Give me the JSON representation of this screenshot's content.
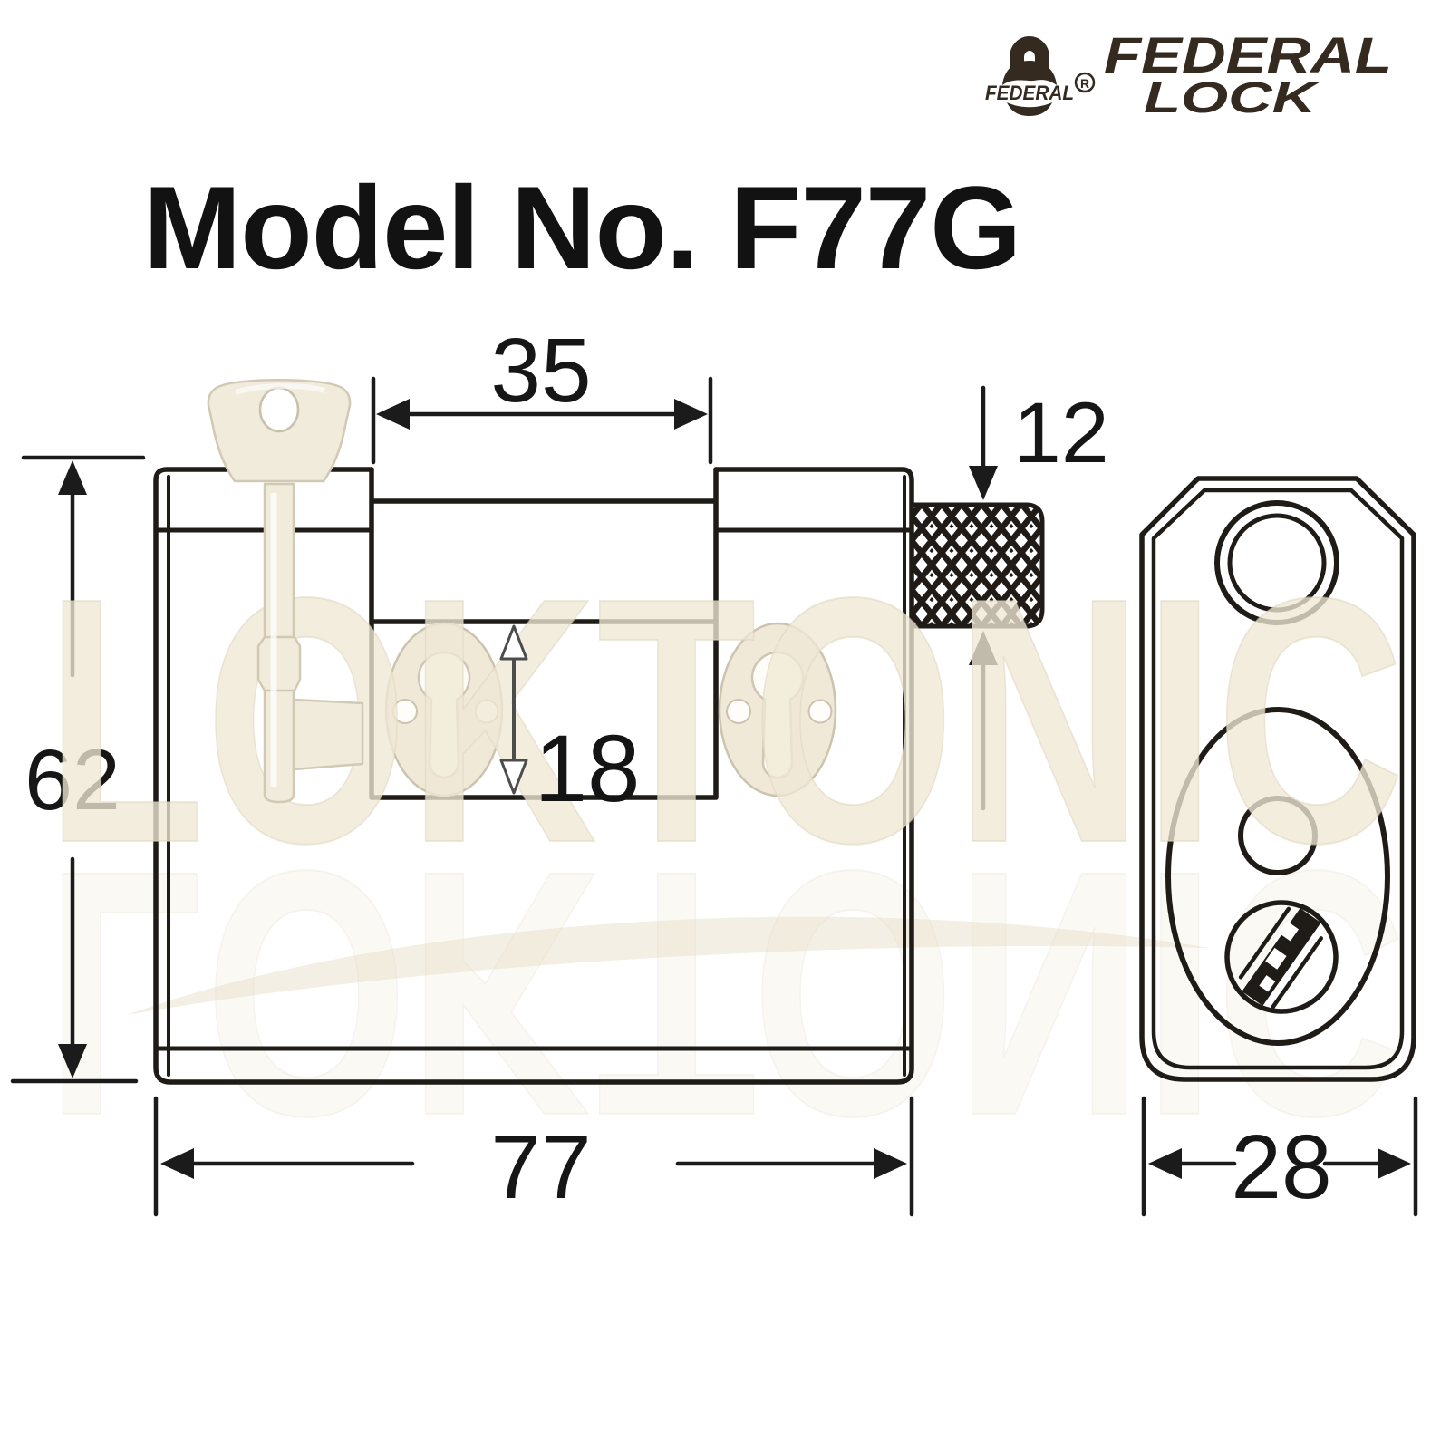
{
  "brand": {
    "logo_primary": "FEDERAL",
    "logo_secondary": "LOCK",
    "mark_caption": "FEDERAL",
    "registered_mark": "R"
  },
  "title": "Model No. F77G",
  "watermark": {
    "text": "LOKTONIC"
  },
  "dimensions_mm": {
    "shackle_opening_width": "35",
    "shackle_diameter": "18",
    "knob_width": "12",
    "body_height": "62",
    "body_width": "77",
    "body_depth": "28"
  },
  "colors": {
    "line": "#1f1b17",
    "brand": "#342a20",
    "watermark_cream": "#efe8d5",
    "key_cream": "#f1ebdb"
  }
}
